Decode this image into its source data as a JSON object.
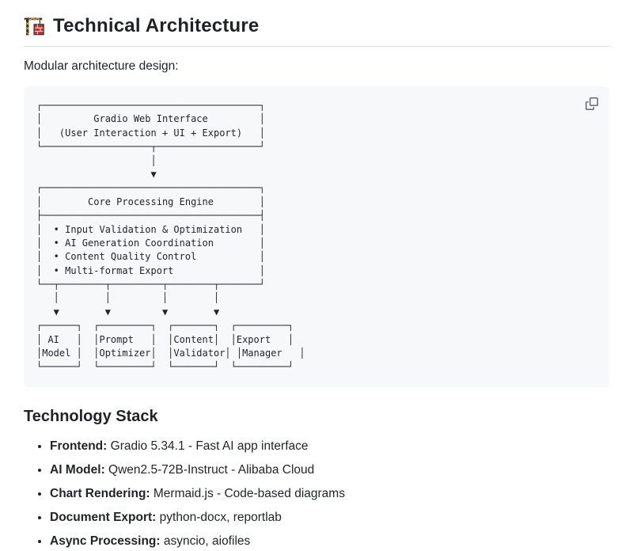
{
  "header": {
    "icon": "building-construction-emoji",
    "title": "Technical Architecture"
  },
  "intro": "Modular architecture design:",
  "code_block": {
    "copy_button_label": "Copy",
    "ascii_diagram": "┌──────────────────────────────────────┐\n│         Gradio Web Interface         │\n│   (User Interaction + UI + Export)   │\n└───────────────────┬──────────────────┘\n                    │\n                    ▼\n┌──────────────────────────────────────┐\n│        Core Processing Engine        │\n├──────────────────────────────────────┤\n│  • Input Validation & Optimization   │\n│  • AI Generation Coordination        │\n│  • Content Quality Control           │\n│  • Multi-format Export               │\n└──┬────────┬─────────┬────────┬───────┘\n   │        │         │        │\n   ▼        ▼         ▼        ▼\n┌──────┐  ┌─────────┐  ┌───────┐  ┌─────────┐\n│ AI   │  │Prompt   │  │Content│  │Export   │\n│Model │  │Optimizer│  │Validator│ │Manager   │\n└──────┘  └─────────┘  └───────┘  └─────────┘"
  },
  "tech_stack": {
    "heading": "Technology Stack",
    "items": [
      {
        "label": "Frontend:",
        "rest": " Gradio 5.34.1 - Fast AI app interface"
      },
      {
        "label": "AI Model:",
        "rest": " Qwen2.5-72B-Instruct - Alibaba Cloud"
      },
      {
        "label": "Chart Rendering:",
        "rest": " Mermaid.js - Code-based diagrams"
      },
      {
        "label": "Document Export:",
        "rest": " python-docx, reportlab"
      },
      {
        "label": "Async Processing:",
        "rest": " asyncio, aiofiles"
      }
    ]
  },
  "colors": {
    "code_block_bg": "#f6f8fa",
    "heading_border": "#d8dee4",
    "text": "#1f2328",
    "icon_gray": "#636c76",
    "crane_dark": "#31373d",
    "crane_yellow": "#f4a622",
    "brick_red": "#d22f27"
  }
}
